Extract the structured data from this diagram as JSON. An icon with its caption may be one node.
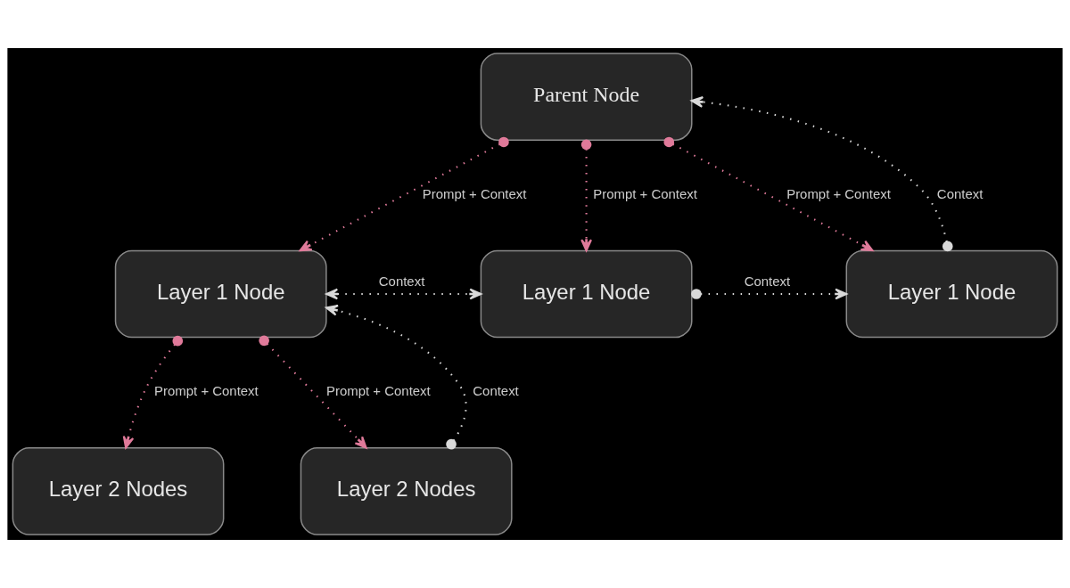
{
  "diagram": {
    "nodes": [
      {
        "text": [
          "Parent Node"
        ]
      },
      {
        "text": [
          "Layer 1 Node"
        ]
      },
      {
        "text": [
          "Layer 1 Node"
        ]
      },
      {
        "text": [
          "Layer 1 Node"
        ]
      },
      {
        "text": [
          "Layer 2 Nodes"
        ]
      },
      {
        "text": [
          "Layer 2 Nodes"
        ]
      }
    ],
    "edges": [
      {
        "from": 0,
        "to": 1,
        "arrow": "to",
        "label": "Prompt + Context"
      },
      {
        "from": 0,
        "to": 2,
        "arrow": "to",
        "label": "Prompt + Context"
      },
      {
        "from": 0,
        "to": 3,
        "arrow": "to",
        "label": "Prompt + Context"
      },
      {
        "from": 3,
        "to": 0,
        "arrow": "to",
        "label": "Context",
        "color": "#d9d9d9"
      },
      {
        "from": 1,
        "to": 2,
        "arrow": "both",
        "label": "Context",
        "color": "#d9d9d9"
      },
      {
        "from": 2,
        "to": 3,
        "arrow": "to",
        "label": "Context",
        "color": "#d9d9d9"
      },
      {
        "from": 1,
        "to": 4,
        "arrow": "to",
        "label": "Prompt + Context"
      },
      {
        "from": 1,
        "to": 5,
        "arrow": "to",
        "label": "Prompt + Context"
      },
      {
        "from": 5,
        "to": 1,
        "arrow": "to",
        "label": "Context",
        "color": "#d9d9d9"
      }
    ]
  }
}
